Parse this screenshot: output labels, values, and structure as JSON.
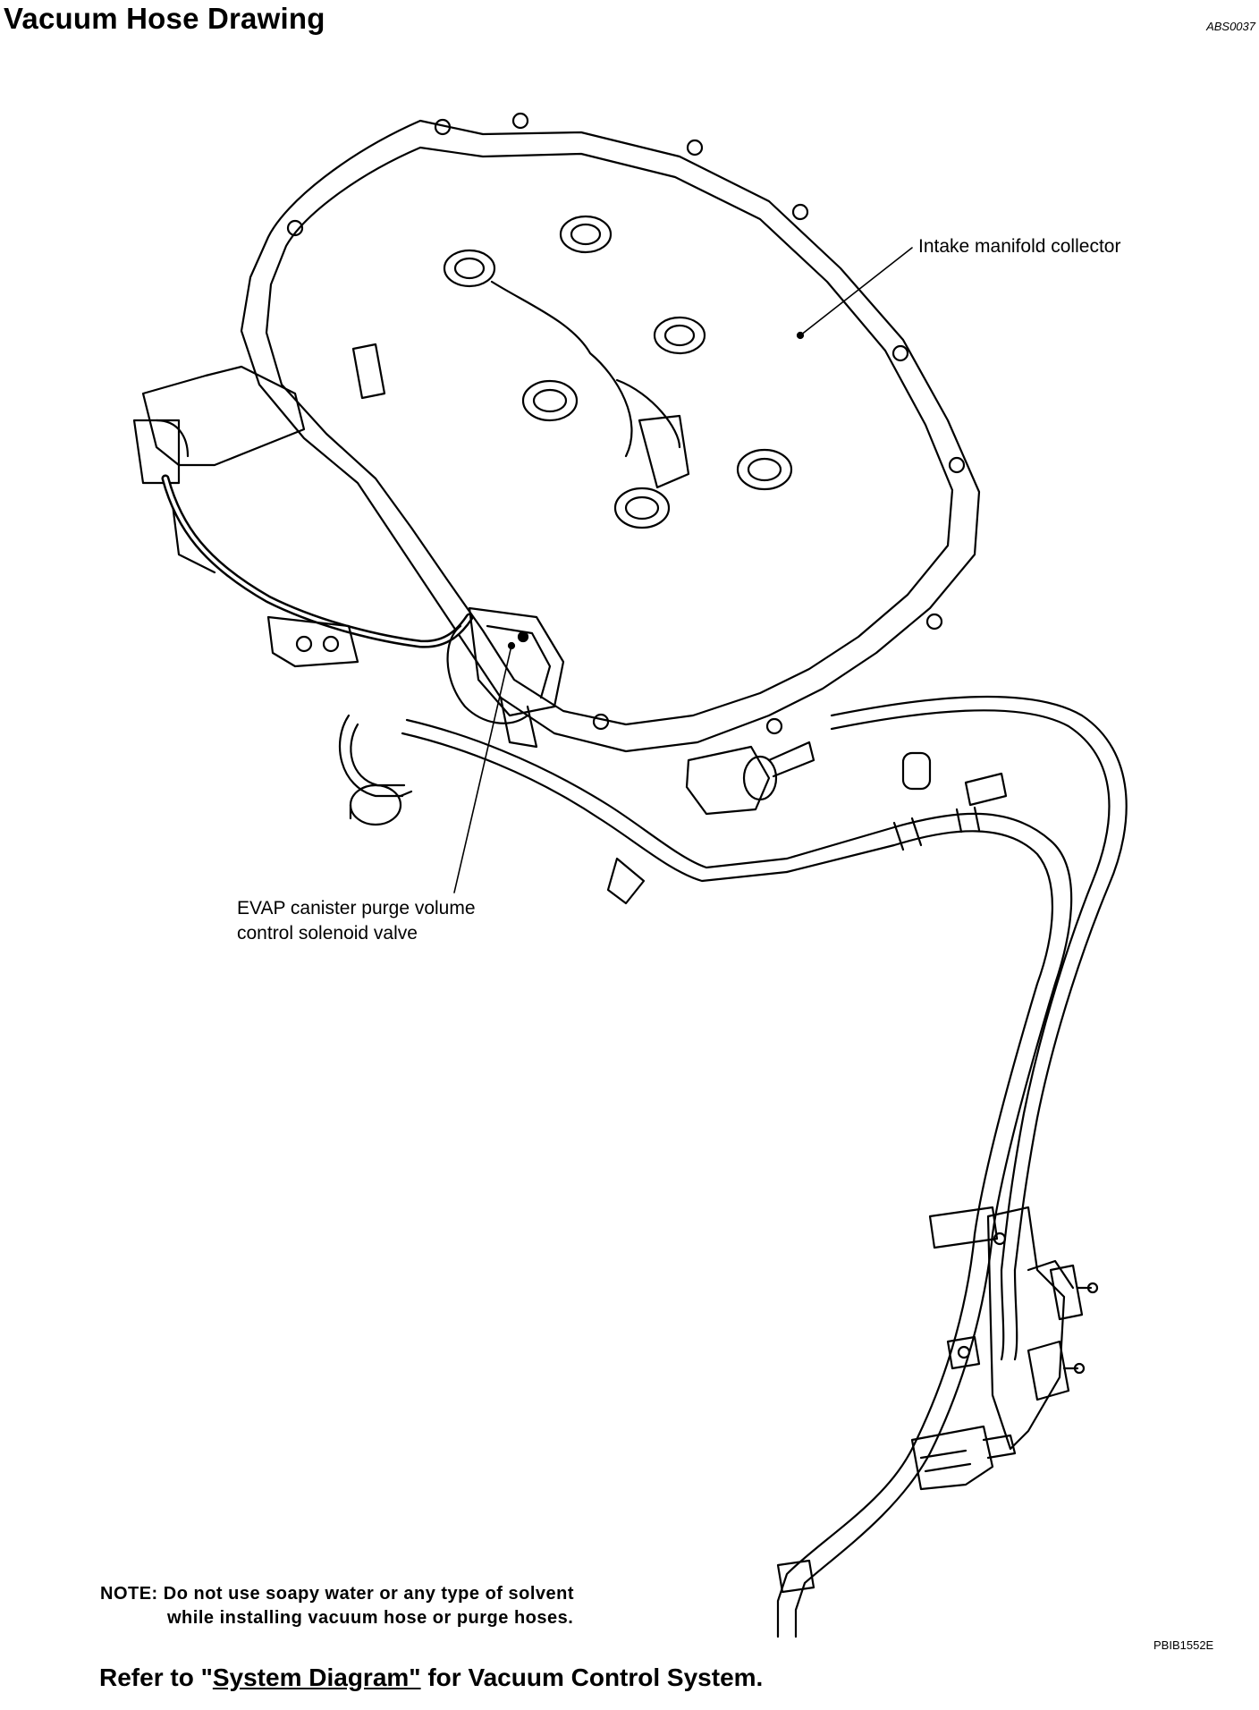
{
  "header": {
    "title": "Vacuum Hose Drawing",
    "code": "ABS0037"
  },
  "labels": {
    "intake": "Intake manifold collector",
    "evap_line1": "EVAP canister purge volume",
    "evap_line2": "control solenoid valve"
  },
  "note": {
    "line1": "NOTE: Do not use soapy water or any type of solvent",
    "line2": "while installing vacuum hose or purge hoses."
  },
  "figure_code": "PBIB1552E",
  "refer": {
    "prefix": "Refer to \"",
    "link": "System Diagram\"",
    "suffix": " for Vacuum Control System."
  }
}
